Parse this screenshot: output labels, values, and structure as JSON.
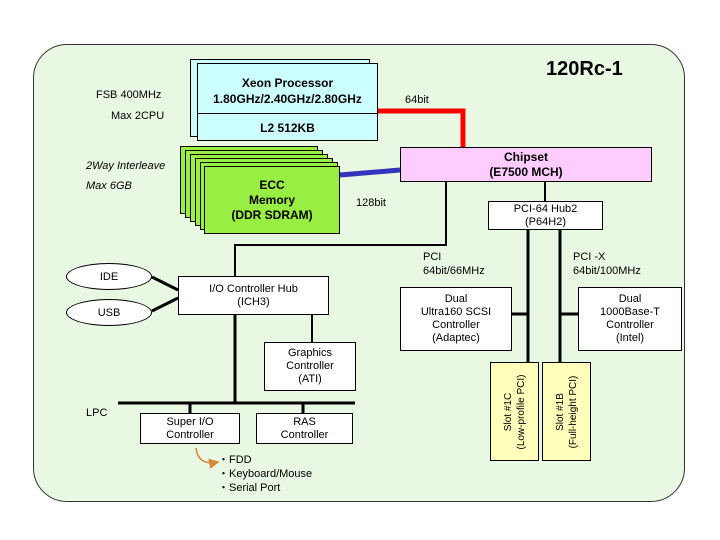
{
  "title": "120Rc-1",
  "cpu": {
    "fsb": "FSB 400MHz",
    "max_cpu": "Max 2CPU",
    "name": "Xeon Processor",
    "speeds": "1.80GHz/2.40GHz/2.80GHz",
    "cache": "L2 512KB",
    "bus_label": "64bit"
  },
  "memory": {
    "interleave": "2Way Interleave",
    "max": "Max 6GB",
    "line1": "ECC",
    "line2": "Memory",
    "line3": "(DDR SDRAM)",
    "bus_label": "128bit"
  },
  "chipset": {
    "line1": "Chipset",
    "line2": "(E7500 MCH)"
  },
  "hub2": {
    "line1": "PCI-64 Hub2",
    "line2": "(P64H2)"
  },
  "pci_label": {
    "line1": "PCI",
    "line2": "64bit/66MHz"
  },
  "pcix_label": {
    "line1": "PCI -X",
    "line2": "64bit/100MHz"
  },
  "ich": {
    "line1": "I/O Controller Hub",
    "line2": "(ICH3)"
  },
  "ide": "IDE",
  "usb": "USB",
  "graphics": {
    "line1": "Graphics",
    "line2": "Controller",
    "line3": "(ATI)"
  },
  "scsi": {
    "line1": "Dual",
    "line2": "Ultra160 SCSI",
    "line3": "Controller",
    "line4": "(Adaptec)"
  },
  "nic": {
    "line1": "Dual",
    "line2": "1000Base-T",
    "line3": "Controller",
    "line4": "(Intel)"
  },
  "slot1c": {
    "line1": "Slot #1C",
    "line2": "(Low-profile PCI)"
  },
  "slot1b": {
    "line1": "Slot #1B",
    "line2": "(Full-height PCI)"
  },
  "lpc": "LPC",
  "superio": {
    "line1": "Super I/O",
    "line2": "Controller"
  },
  "ras": {
    "line1": "RAS",
    "line2": "Controller"
  },
  "peripherals": [
    "・FDD",
    "・Keyboard/Mouse",
    "・Serial Port"
  ],
  "colors": {
    "cpu_bus": "#ff0000",
    "memory_bus": "#3333bb",
    "chipset_fill": "#ffccff",
    "arrow": "#d4893a"
  }
}
